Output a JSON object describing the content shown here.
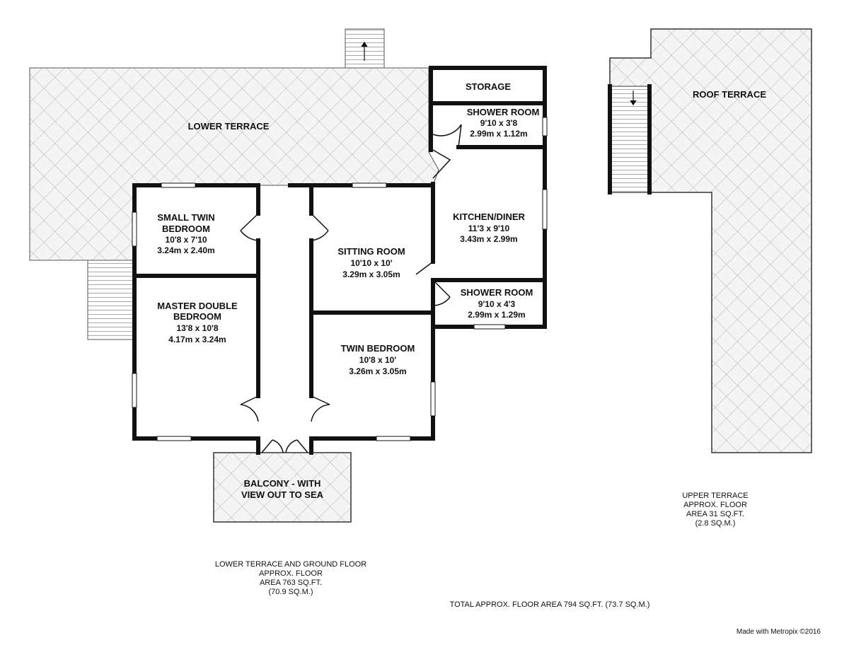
{
  "colors": {
    "wall": "#111111",
    "hatch": "#c7c7c7",
    "hatch_bg": "#f3f3f3",
    "window": "#ffffff"
  },
  "rooms": {
    "lower_terrace": {
      "name": "LOWER TERRACE"
    },
    "storage": {
      "name": "STORAGE"
    },
    "shower_room_1": {
      "name": "SHOWER ROOM",
      "imperial": "9'10 x 3'8",
      "metric": "2.99m x 1.12m"
    },
    "kitchen_diner": {
      "name": "KITCHEN/DINER",
      "imperial": "11'3 x 9'10",
      "metric": "3.43m x 2.99m"
    },
    "small_twin": {
      "name1": "SMALL TWIN",
      "name2": "BEDROOM",
      "imperial": "10'8 x 7'10",
      "metric": "3.24m x 2.40m"
    },
    "sitting_room": {
      "name": "SITTING ROOM",
      "imperial": "10'10 x 10'",
      "metric": "3.29m x 3.05m"
    },
    "shower_room_2": {
      "name": "SHOWER ROOM",
      "imperial": "9'10 x 4'3",
      "metric": "2.99m x 1.29m"
    },
    "master": {
      "name1": "MASTER DOUBLE",
      "name2": "BEDROOM",
      "imperial": "13'8 x 10'8",
      "metric": "4.17m x 3.24m"
    },
    "twin": {
      "name": "TWIN BEDROOM",
      "imperial": "10'8 x 10'",
      "metric": "3.26m x 3.05m"
    },
    "balcony": {
      "name1": "BALCONY - WITH",
      "name2": "VIEW OUT TO SEA"
    },
    "roof_terrace": {
      "name": "ROOF TERRACE"
    }
  },
  "summaries": {
    "ground": [
      "LOWER TERRACE AND GROUND FLOOR",
      "APPROX. FLOOR",
      "AREA 763 SQ.FT.",
      "(70.9 SQ.M.)"
    ],
    "upper": [
      "UPPER TERRACE",
      "APPROX. FLOOR",
      "AREA 31 SQ.FT.",
      "(2.8 SQ.M.)"
    ],
    "total": "TOTAL APPROX. FLOOR AREA 794 SQ.FT. (73.7 SQ.M.)"
  },
  "credit": "Made with Metropix ©2016"
}
